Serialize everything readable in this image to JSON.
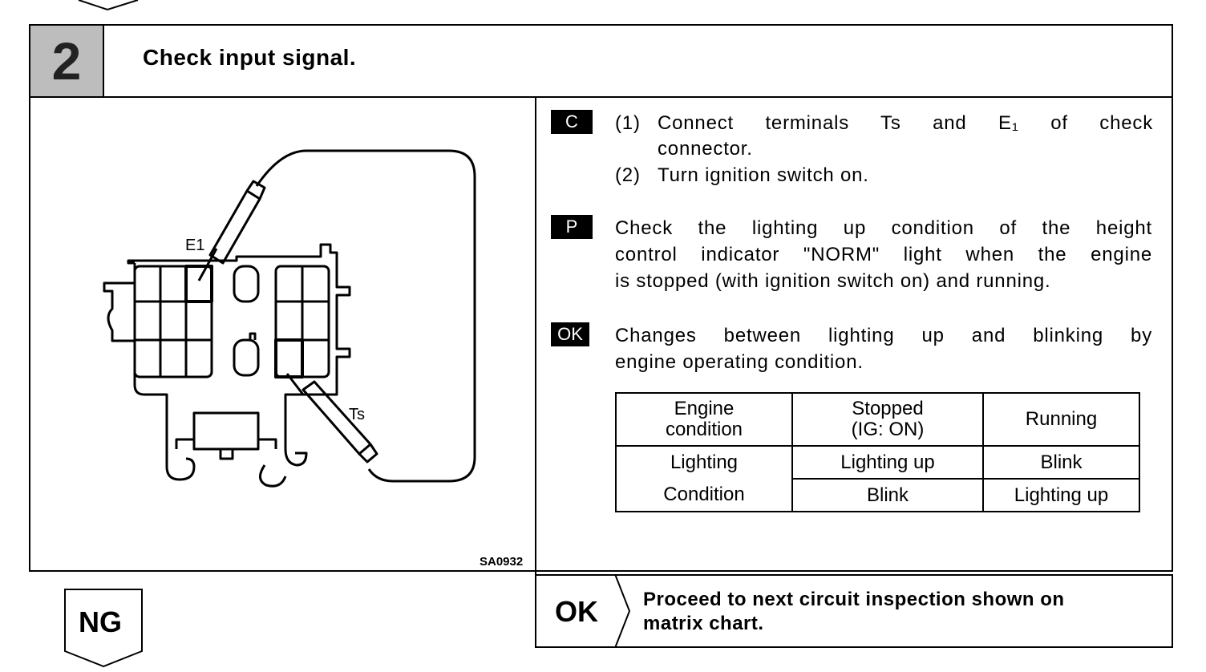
{
  "step": {
    "number": "2",
    "title": "Check input signal."
  },
  "figure": {
    "label_e1": "E1",
    "label_ts": "Ts",
    "figure_id": "SA0932"
  },
  "instructions": [
    {
      "tag": "C",
      "lines": [
        "(1)",
        "Connect terminals Ts and E₁ of check",
        "connector.",
        "(2)",
        "Turn ignition switch on."
      ]
    },
    {
      "tag": "P",
      "lines": [
        "Check the lighting up condition of the height",
        "control indicator \"NORM\" light when the engine",
        "is stopped (with ignition switch on) and running."
      ]
    },
    {
      "tag": "OK",
      "lines": [
        "Changes between lighting up and blinking by",
        "engine operating condition."
      ]
    }
  ],
  "table": {
    "headers": [
      "Engine condition",
      "Stopped (IG: ON)",
      "Running"
    ],
    "header_lines": [
      [
        "Engine",
        "condition"
      ],
      [
        "Stopped",
        "(IG: ON)"
      ],
      [
        "Running"
      ]
    ],
    "row_label": [
      "Lighting",
      "Condition"
    ],
    "rows": [
      [
        "Lighting up",
        "Blink"
      ],
      [
        "Blink",
        "Lighting up"
      ]
    ]
  },
  "result_ok": {
    "label": "OK",
    "text_lines": [
      "Proceed to next circuit inspection shown on",
      "matrix chart."
    ]
  },
  "result_ng": {
    "label": "NG"
  }
}
